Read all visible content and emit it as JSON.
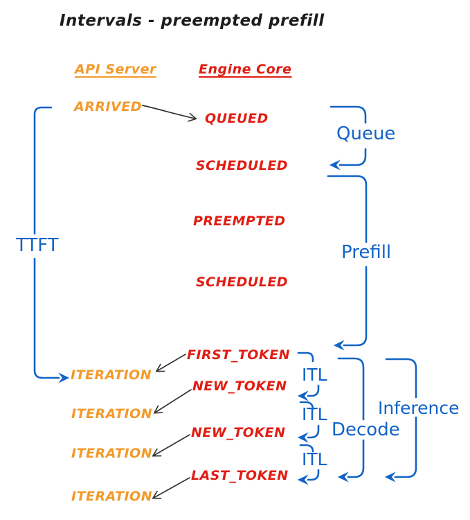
{
  "title": "Intervals - preempted prefill",
  "columns": {
    "api_server": "API Server",
    "engine_core": "Engine Core"
  },
  "api": {
    "arrived": "ARRIVED",
    "iterations": [
      "ITERATION",
      "ITERATION",
      "ITERATION",
      "ITERATION"
    ]
  },
  "engine": {
    "queued": "QUEUED",
    "scheduled1": "SCHEDULED",
    "preempted": "PREEMPTED",
    "scheduled2": "SCHEDULED",
    "first_token": "FIRST_TOKEN",
    "new_token1": "NEW_TOKEN",
    "new_token2": "NEW_TOKEN",
    "last_token": "LAST_TOKEN"
  },
  "intervals": {
    "ttft": "TTFT",
    "queue": "Queue",
    "prefill": "Prefill",
    "itl": [
      "ITL",
      "ITL",
      "ITL"
    ],
    "decode": "Decode",
    "inference": "Inference"
  },
  "colors": {
    "api_server": "#f29a2a",
    "engine_core": "#e01d13",
    "interval_blue": "#1263c7",
    "connector_black": "#333333",
    "background": "#ffffff"
  }
}
